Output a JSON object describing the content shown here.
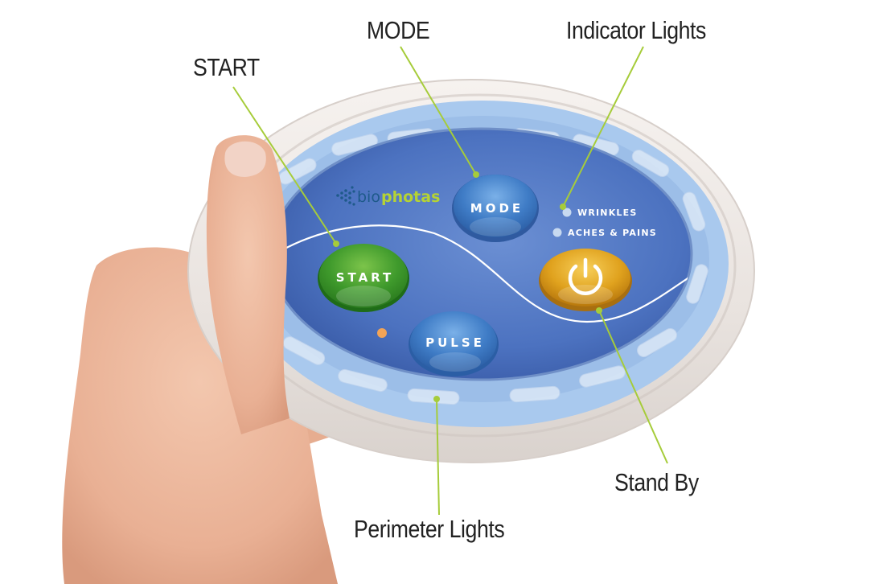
{
  "device": {
    "brand": {
      "part1": "bio",
      "part2": "photas"
    },
    "buttons": {
      "start": "START",
      "mode": "MODE",
      "pulse": "PULSE",
      "standby_icon": "power-icon"
    },
    "indicators": [
      {
        "label": "WRINKLES"
      },
      {
        "label": "ACHES & PAINS"
      }
    ]
  },
  "callouts": {
    "start": "START",
    "mode": "MODE",
    "indicator_lights": "Indicator Lights",
    "stand_by": "Stand By",
    "perimeter_lights": "Perimeter Lights"
  },
  "colors": {
    "callout_line": "#a6cc3a",
    "face_blue": "#4a72c0",
    "ring_blue": "#a9c9ee",
    "shell": "#ece7e4",
    "start_green": "#3f9a2c",
    "standby_gold": "#e0a21e",
    "brand_green": "#b5d334",
    "brand_blue": "#1e5a8a"
  }
}
